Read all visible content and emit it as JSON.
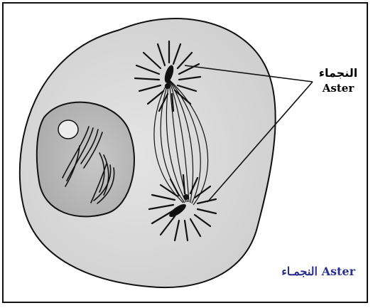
{
  "labels": {
    "aster_arabic": "النجماء",
    "aster_english": "Aster"
  },
  "caption": {
    "text": "النجمـاء Aster"
  },
  "colors": {
    "cell_fill": "#d8d8d8",
    "nucleus_fill": "#b9b9b9",
    "caption_color": "#2a2f8c",
    "outline": "#111111"
  }
}
